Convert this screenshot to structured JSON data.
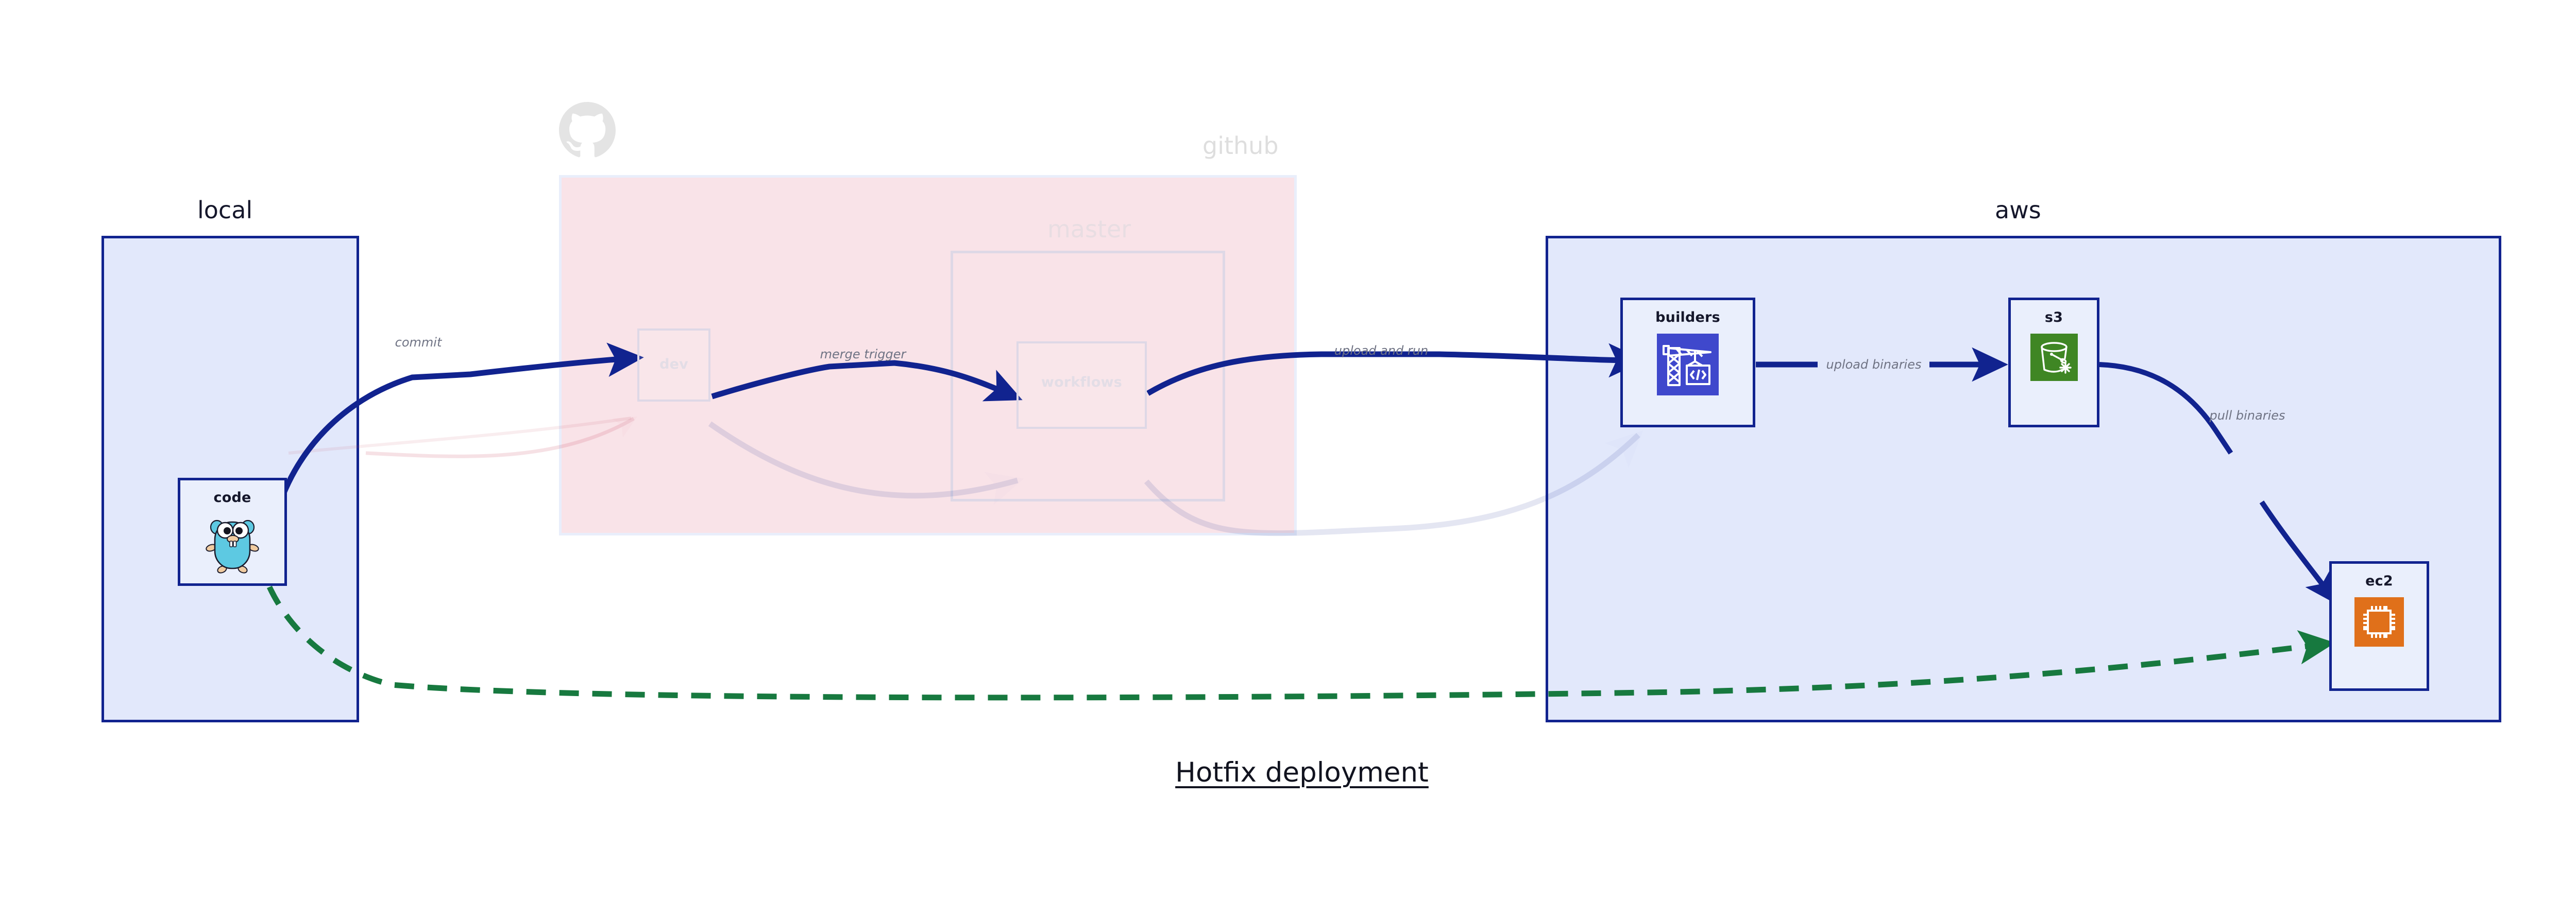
{
  "diagram": {
    "title": "Hotfix deployment",
    "clusters": [
      {
        "id": "local",
        "label": "local"
      },
      {
        "id": "github",
        "label": "github"
      },
      {
        "id": "master",
        "label": "master"
      },
      {
        "id": "aws",
        "label": "aws"
      }
    ],
    "nodes": [
      {
        "id": "code",
        "label": "code",
        "icon": "go-gopher-icon",
        "state": "active"
      },
      {
        "id": "dev",
        "label": "dev",
        "icon": "none",
        "state": "faded"
      },
      {
        "id": "workflows",
        "label": "workflows",
        "icon": "none",
        "state": "faded"
      },
      {
        "id": "builders",
        "label": "builders",
        "icon": "aws-codebuild-icon",
        "state": "active"
      },
      {
        "id": "s3",
        "label": "s3",
        "icon": "aws-s3-bucket-icon",
        "state": "active"
      },
      {
        "id": "ec2",
        "label": "ec2",
        "icon": "aws-ec2-chip-icon",
        "state": "active"
      }
    ],
    "edges": [
      {
        "id": "commit",
        "label": "commit",
        "from": "code",
        "to": "dev",
        "style": "solid-blue"
      },
      {
        "id": "merge-trigger",
        "label": "merge trigger",
        "from": "dev",
        "to": "workflows",
        "style": "solid-blue"
      },
      {
        "id": "upload-and-run",
        "label": "upload and run",
        "from": "workflows",
        "to": "builders",
        "style": "solid-blue"
      },
      {
        "id": "upload-binaries",
        "label": "upload binaries",
        "from": "builders",
        "to": "s3",
        "style": "solid-blue"
      },
      {
        "id": "pull-binaries",
        "label": "pull binaries",
        "from": "s3",
        "to": "ec2",
        "style": "solid-blue"
      },
      {
        "id": "hotfix-direct",
        "label": "",
        "from": "code",
        "to": "ec2",
        "style": "dashed-green"
      }
    ],
    "colors": {
      "cluster_blue_fill": "#e2e8fb",
      "cluster_blue_border": "#11238f",
      "cluster_pink_fill": "#f9e3e8",
      "node_fill": "#eaeffc",
      "edge_blue": "#11238f",
      "edge_green": "#17793f",
      "label_grey": "#6f7384",
      "faded_grey": "#dedede",
      "icon_codebuild_bg": "#3f48cc",
      "icon_s3_bg": "#3f8624",
      "icon_ec2_bg": "#e0701a",
      "gopher_body": "#5dc9e2"
    }
  }
}
